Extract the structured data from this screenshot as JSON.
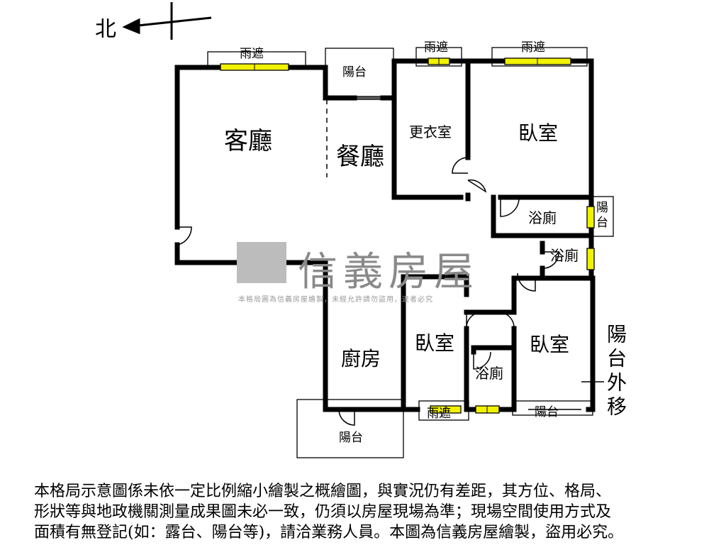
{
  "compass": {
    "north_label": "北"
  },
  "rooms": {
    "living_room": "客廳",
    "dining_room": "餐廳",
    "closet": "更衣室",
    "bedroom_master": "臥室",
    "bath_master": "浴廁",
    "bath_hall": "浴廁",
    "kitchen": "廚房",
    "bedroom_2": "臥室",
    "bath_small": "浴廁",
    "bedroom_3": "臥室"
  },
  "balconies": {
    "top": "陽台",
    "right": "陽台",
    "kitchen": "陽台",
    "bottom_right": "陽台",
    "moved_out_note": "陽台外移"
  },
  "awnings": {
    "living": "雨遮",
    "closet": "雨遮",
    "master": "雨遮",
    "bottom": "雨遮"
  },
  "watermark": {
    "brand": "信義房屋",
    "notice": "本格局圖為信義房屋繪製，未經允許請勿盜用，違者必究"
  },
  "disclaimer": {
    "line1": "本格局示意圖係未依一定比例縮小繪製之概繪圖，與實況仍有差距，其方位、格局、",
    "line2": "形狀等與地政機關測量成果圖未必一致，仍須以房屋現場為準；現場空間使用方式及",
    "line3": "面積有無登記(如：露台、陽台等)，請洽業務人員。本圖為信義房屋繪製，盜用必究。"
  }
}
